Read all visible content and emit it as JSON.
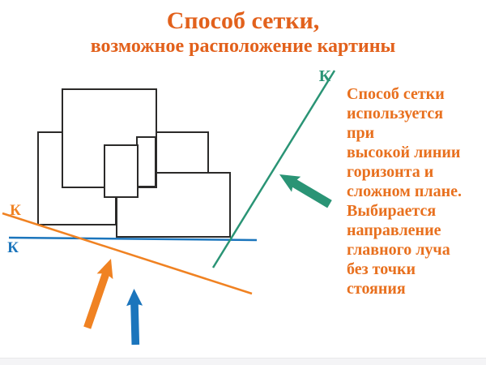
{
  "slide": {
    "title_line1": "Способ сетки,",
    "title_line2": "возможное расположение картины"
  },
  "annotation": {
    "text": "Способ сетки\nиспользуется\nпри\nвысокой линии\nгоризонта и\nсложном плане.\nВыбирается\nнаправление\nглавного луча\nбез точки\nстояния"
  },
  "diagram": {
    "description": "Plan view of buildings (overlapping rectangles) with three possible picture-plane lines labelled К and three direction arrows",
    "labels": {
      "k_teal": "К",
      "k_orange": "К",
      "k_blue": "К"
    }
  },
  "colors": {
    "title": "#E2611C",
    "annotation": "#E8701E",
    "orange": "#F08222",
    "blue": "#1B75BC",
    "teal": "#2A9475",
    "outline": "#2B2A29",
    "strip": "#f4f4f6"
  }
}
